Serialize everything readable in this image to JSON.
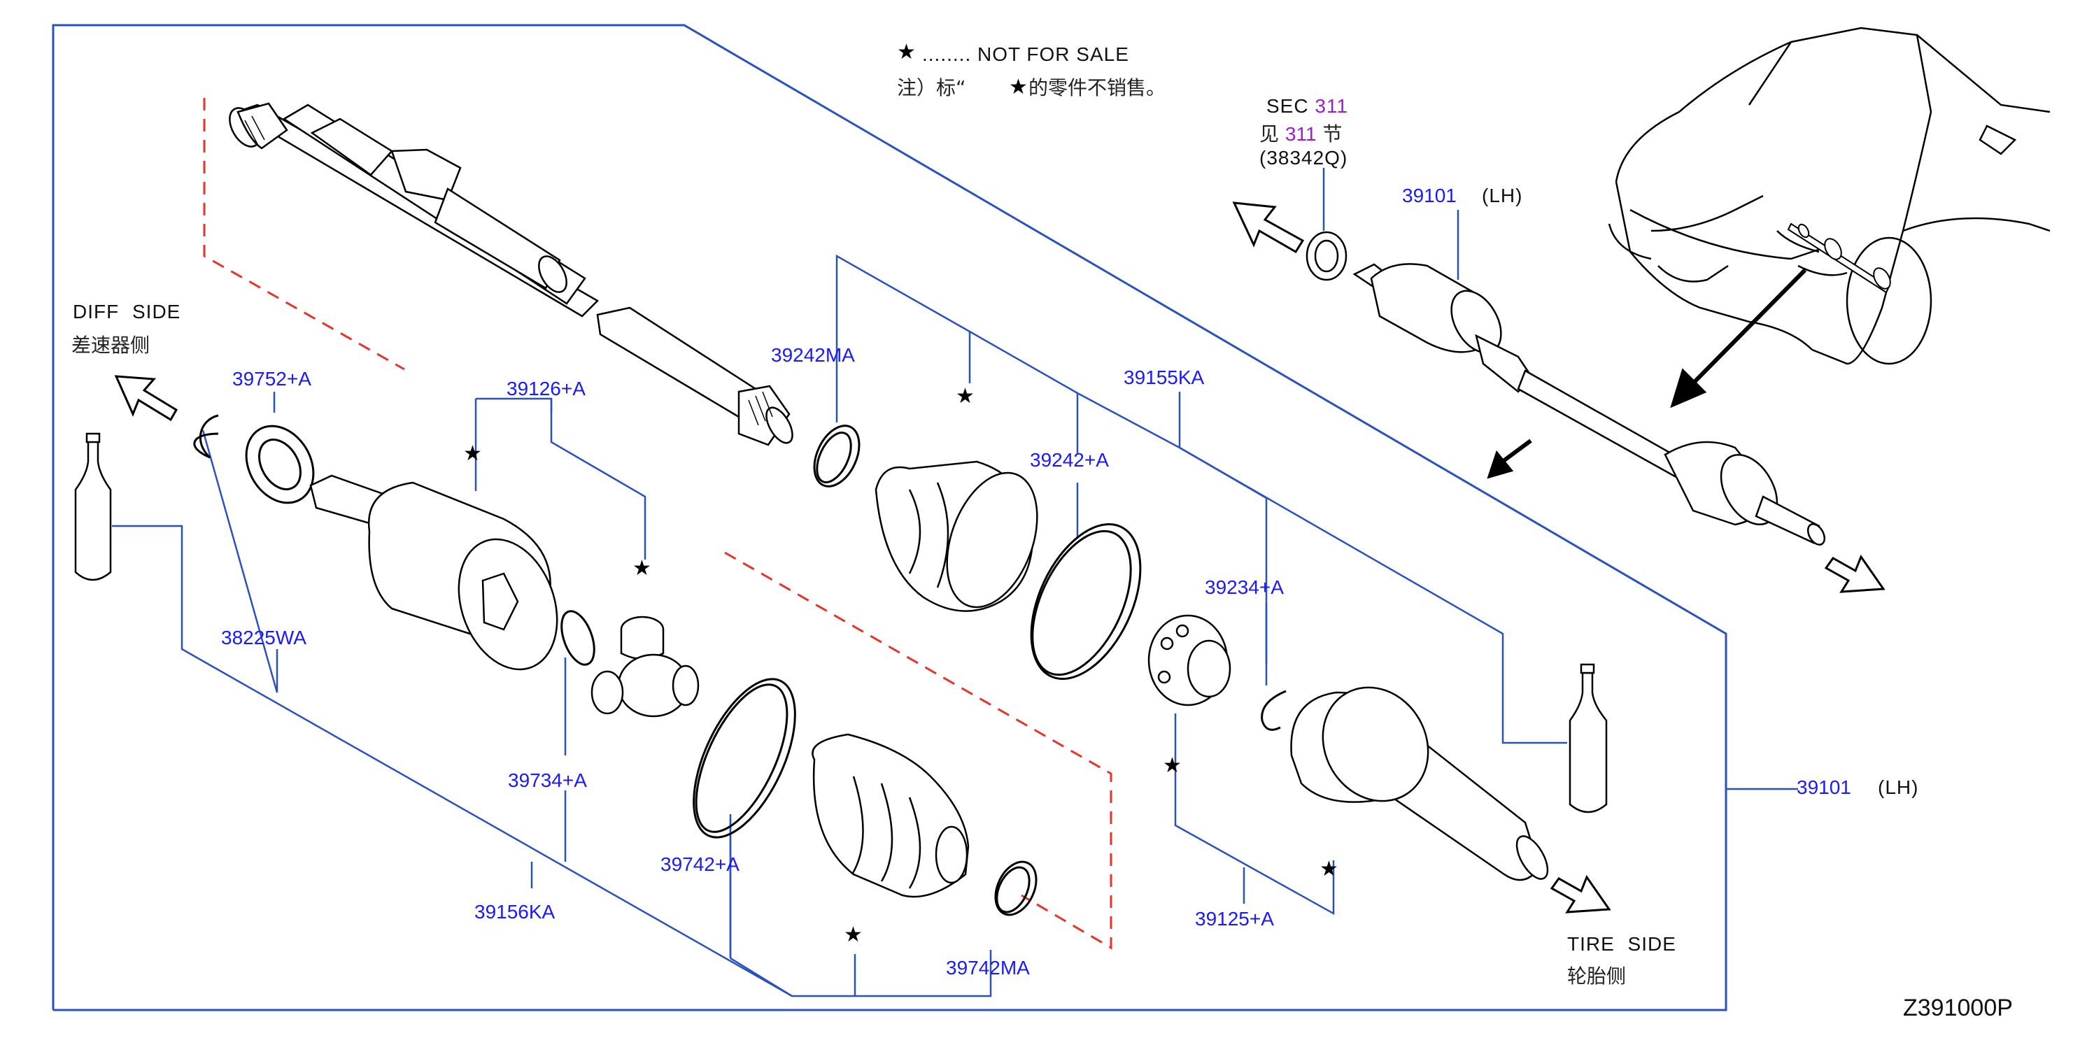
{
  "notes": {
    "star_symbol": "★",
    "not_for_sale": "........ NOT FOR SALE",
    "cn_note_prefix": "注）标“",
    "cn_note_suffix": "的零件不销售。"
  },
  "section_ref": {
    "sec_label": "SEC",
    "sec_number": "311",
    "cn_prefix": "见",
    "cn_suffix": "节",
    "part": "(38342Q)"
  },
  "sides": {
    "diff_side": "DIFF SIDE",
    "diff_side_cn": "差速器侧",
    "tire_side": "TIRE SIDE",
    "tire_side_cn": "轮胎侧"
  },
  "part_labels": {
    "p39752": "39752+A",
    "p39126": "39126+A",
    "p38225": "38225WA",
    "p39734": "39734+A",
    "p39156": "39156KA",
    "p39742": "39742+A",
    "p39742ma": "39742MA",
    "p39242ma": "39242MA",
    "p39155": "39155KA",
    "p39242": "39242+A",
    "p39234": "39234+A",
    "p39125": "39125+A",
    "p39101_top": "39101",
    "p39101_right": "39101",
    "lh": "(LH)"
  },
  "diagram_code": "Z391000P",
  "colors": {
    "label_blue": "#1a1aff",
    "leader_blue": "#2a52be",
    "section_purple": "#9b1fd1",
    "dashed_red": "#e8332a"
  }
}
